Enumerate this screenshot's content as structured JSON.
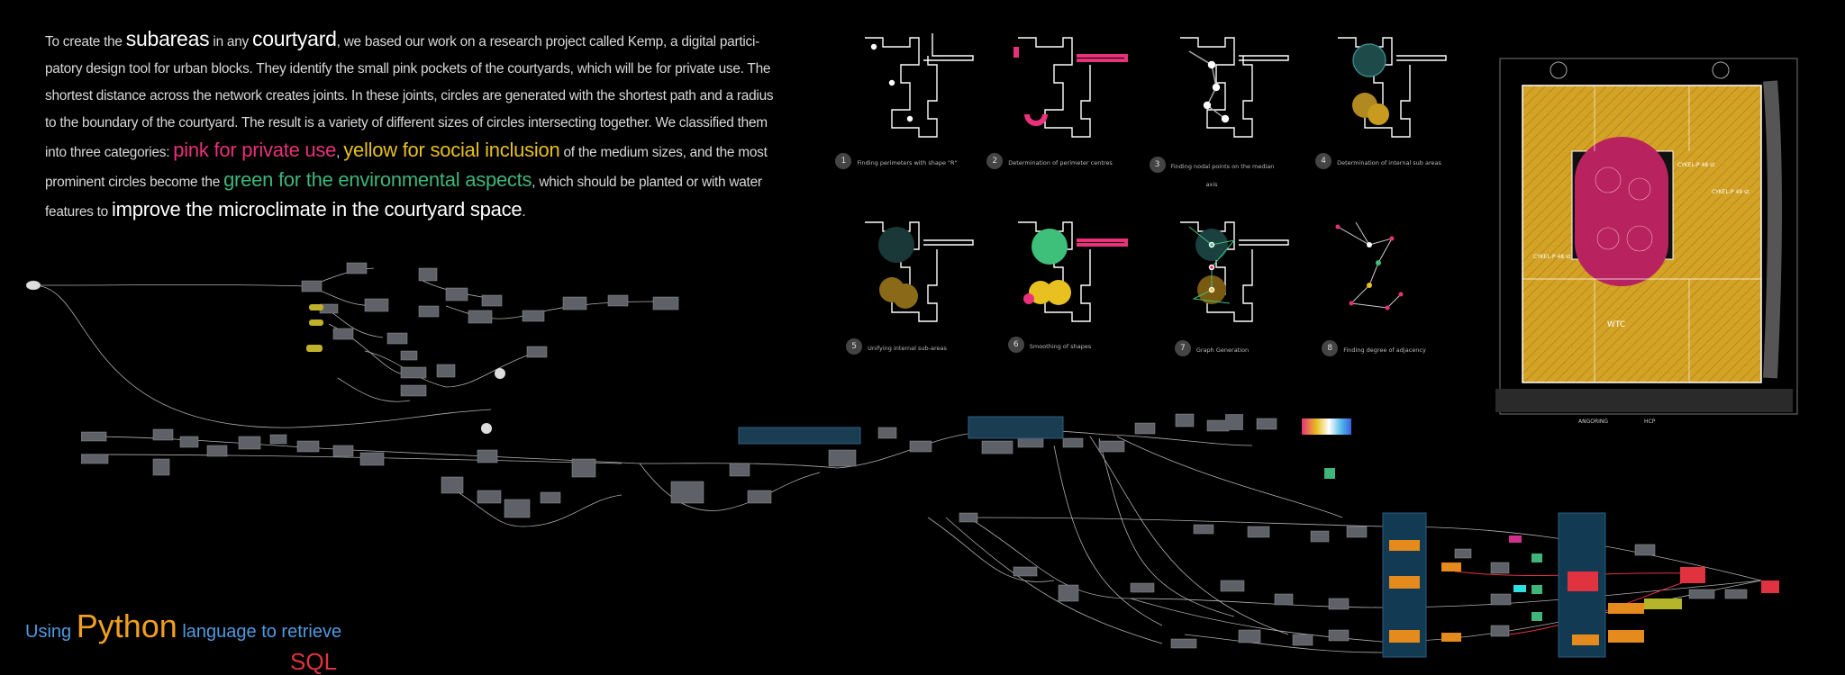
{
  "intro": {
    "p1": "To create the ",
    "w_subareas": "subareas",
    "p2": " in any ",
    "w_courtyard": "courtyard",
    "p3": ", we based our work on a research project called Kemp, a digital partici-patory design tool for urban blocks. They identify the small pink pockets of the courtyards, which will be for private use. The shortest distance across the network creates joints. In these joints, circles are generated with the shortest path and a radius to the boundary of the courtyard. The result is a variety of different sizes of circles intersecting together. We classified them into three categories: ",
    "w_pink": "pink for private use",
    "p4": ", ",
    "w_yellow": "yellow for social inclusion",
    "p5": " of the medium sizes, and the most prominent circles become the ",
    "w_green": "green for the environmental aspects",
    "p6": ", which should be planted or with water features to ",
    "w_improve": "improve the microclimate in the courtyard space",
    "p7": "."
  },
  "python": {
    "p1": "Using ",
    "w_python": "Python",
    "p2": " language to retrieve",
    "next_word": "SQL"
  },
  "steps": [
    {
      "num": "1",
      "label": "Finding perimeters with shape \"R\""
    },
    {
      "num": "2",
      "label": "Determination of perimeter centres"
    },
    {
      "num": "3",
      "label": "Finding nodal points on the median axis"
    },
    {
      "num": "4",
      "label": "Determination of internal sub areas"
    },
    {
      "num": "5",
      "label": "Unifying internal sub-areas"
    },
    {
      "num": "6",
      "label": "Smoothing of shapes"
    },
    {
      "num": "7",
      "label": "Graph Generation"
    },
    {
      "num": "8",
      "label": "Finding degree of adjacency"
    }
  ],
  "plan": {
    "label_north": "CYKEL-P 48 st",
    "label_east": "CYKEL-P 49 st",
    "label_west": "CYKEL-P 48 st",
    "label_center": "WTC",
    "street_left": "ANGORING",
    "street_right": "HCP"
  },
  "colors": {
    "pink": "#e8317a",
    "yellow": "#e8c020",
    "green": "#3fb57a",
    "gold_fill": "#d4a326",
    "node": "#5e6168",
    "wire": "#cfcfcf"
  }
}
